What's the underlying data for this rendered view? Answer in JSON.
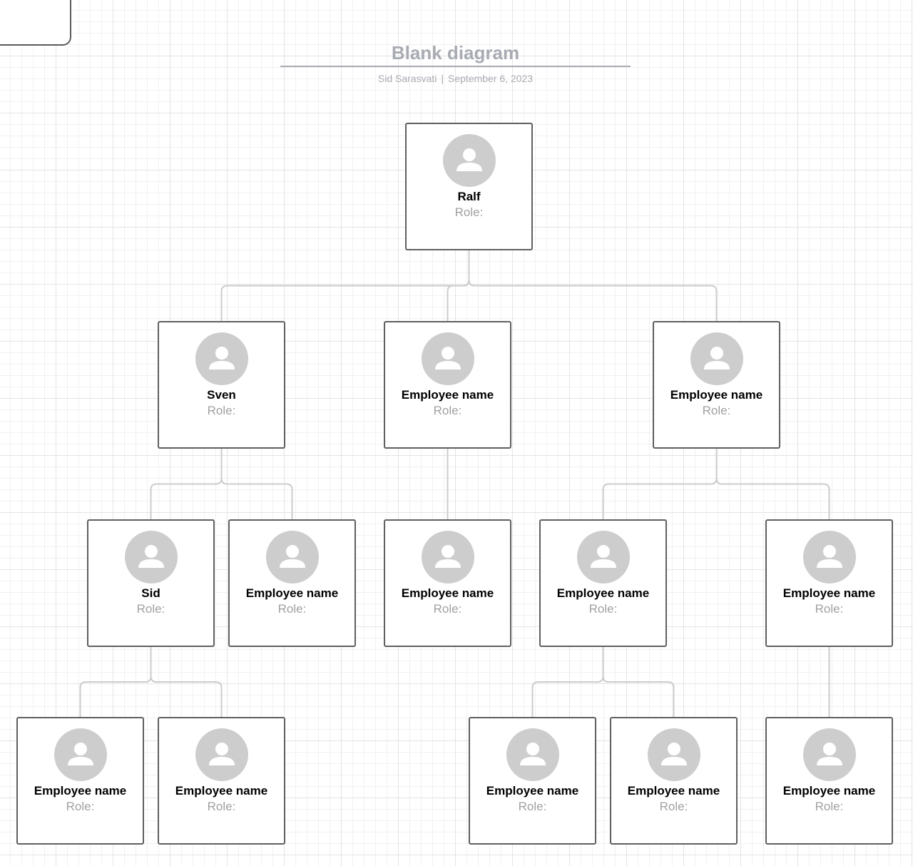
{
  "diagram": {
    "title": "Blank diagram",
    "author": "Sid Sarasvati",
    "separator": "|",
    "date": "September 6, 2023"
  },
  "colors": {
    "connector": "#cccccc",
    "node_border": "#5f5f5f",
    "avatar_bg": "#cdcdcd",
    "title_text": "#a8abb2",
    "role_text": "#a0a0a0"
  },
  "nodes": [
    {
      "id": "ralf",
      "name": "Ralf",
      "role": "Role:",
      "parent": null
    },
    {
      "id": "sven",
      "name": "Sven",
      "role": "Role:",
      "parent": "ralf"
    },
    {
      "id": "emp-b",
      "name": "Employee name",
      "role": "Role:",
      "parent": "ralf"
    },
    {
      "id": "emp-c",
      "name": "Employee name",
      "role": "Role:",
      "parent": "ralf"
    },
    {
      "id": "sid",
      "name": "Sid",
      "role": "Role:",
      "parent": "sven"
    },
    {
      "id": "emp-d",
      "name": "Employee name",
      "role": "Role:",
      "parent": "sven"
    },
    {
      "id": "emp-e",
      "name": "Employee name",
      "role": "Role:",
      "parent": "emp-b"
    },
    {
      "id": "emp-f",
      "name": "Employee name",
      "role": "Role:",
      "parent": "emp-c"
    },
    {
      "id": "emp-g",
      "name": "Employee name",
      "role": "Role:",
      "parent": "emp-c"
    },
    {
      "id": "emp-h",
      "name": "Employee name",
      "role": "Role:",
      "parent": "sid"
    },
    {
      "id": "emp-i",
      "name": "Employee name",
      "role": "Role:",
      "parent": "sid"
    },
    {
      "id": "emp-j",
      "name": "Employee name",
      "role": "Role:",
      "parent": "emp-f"
    },
    {
      "id": "emp-k",
      "name": "Employee name",
      "role": "Role:",
      "parent": "emp-f"
    },
    {
      "id": "emp-l",
      "name": "Employee name",
      "role": "Role:",
      "parent": "emp-g"
    }
  ]
}
